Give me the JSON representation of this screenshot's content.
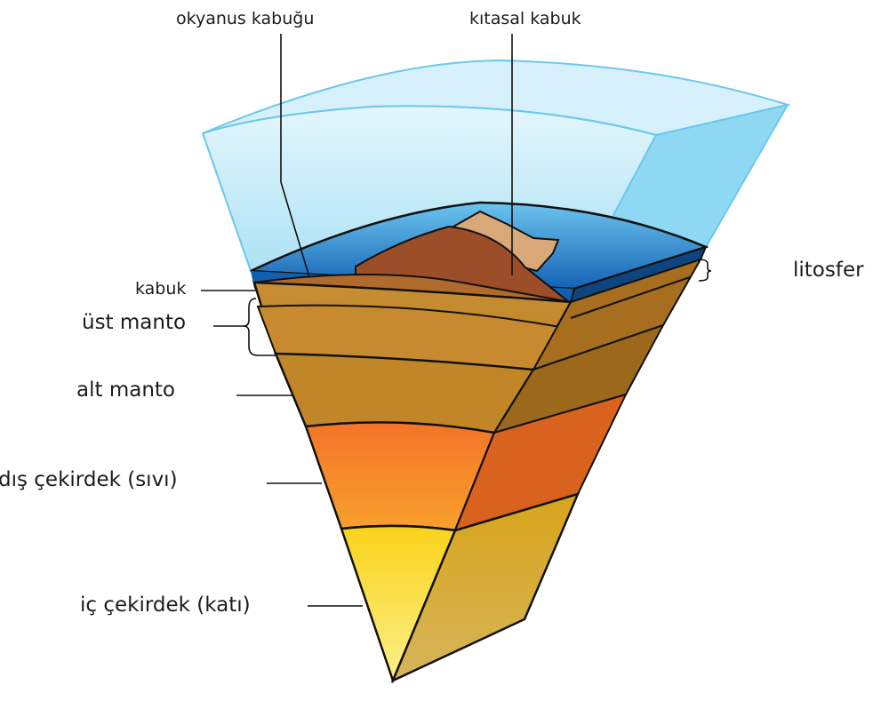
{
  "diagram": {
    "title": "Earth layers cross-section",
    "labels": {
      "oceanic_crust": "okyanus kabuğu",
      "continental_crust": "kıtasal kabuk",
      "crust": "kabuk",
      "upper_mantle": "üst manto",
      "lower_mantle": "alt manto",
      "outer_core": "dış çekirdek (sıvı)",
      "inner_core": "iç çekirdek (katı)",
      "lithosphere": "litosfer"
    },
    "colors": {
      "atmosphere": "#a8e2f5",
      "atmosphere_edge": "#6cc8ec",
      "ocean": "#1565b8",
      "ocean_dark": "#0e4a8a",
      "continent": "#a0522d",
      "continent_top": "#d9a878",
      "mantle": "#c68a2a",
      "mantle_side": "#a66e1e",
      "outer_core": "#f07a2a",
      "outer_core_side": "#d8621e",
      "inner_core": "#f7d51e",
      "inner_core_side": "#d4aa22",
      "outline": "#111111"
    }
  }
}
